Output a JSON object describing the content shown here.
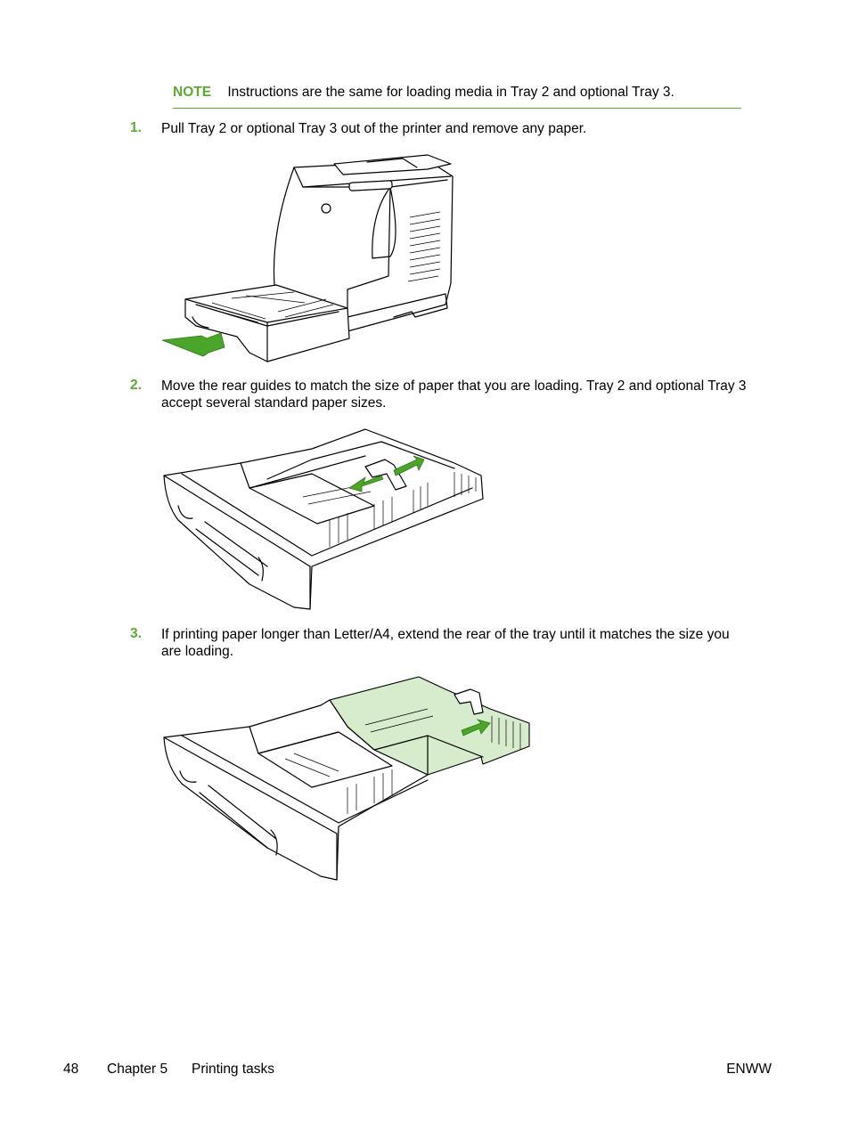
{
  "note": {
    "label": "NOTE",
    "text": "Instructions are the same for loading media in Tray 2 and optional Tray 3."
  },
  "steps": [
    {
      "number": "1.",
      "text": "Pull Tray 2 or optional Tray 3 out of the printer and remove any paper."
    },
    {
      "number": "2.",
      "line1": "Move the rear guides to match the size of paper that you are loading. Tray 2 and optional Tray 3",
      "line2": "accept several standard paper sizes."
    },
    {
      "number": "3.",
      "line1": "If printing paper longer than Letter/A4, extend the rear of the tray until it matches the size you",
      "line2": "are loading."
    }
  ],
  "footer": {
    "page_number": "48",
    "chapter": "Chapter 5",
    "section": "Printing tasks",
    "right": "ENWW"
  },
  "colors": {
    "accent_green": "#5aab32",
    "highlight_green": "#d7eccd"
  },
  "icons": [
    "pull-arrow-icon",
    "slide-arrows-icon",
    "extend-arrow-icon"
  ]
}
